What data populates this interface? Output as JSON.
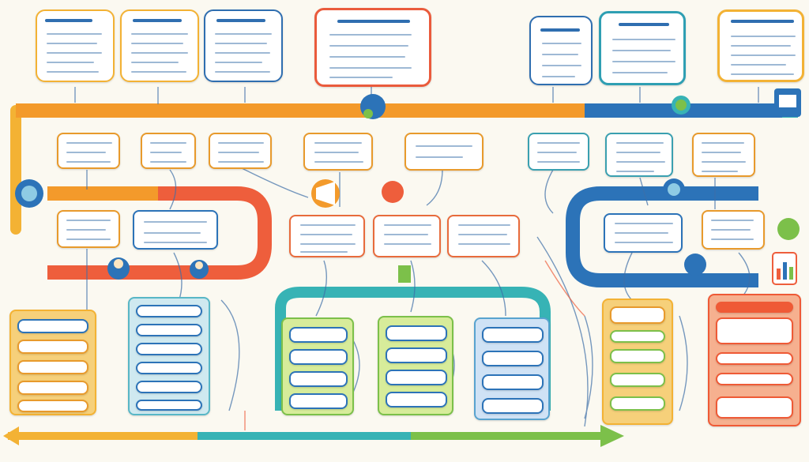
{
  "colors": {
    "orange": "#f39a2b",
    "yellow": "#f6c24b",
    "red": "#ee5e3c",
    "blue": "#2c73b8",
    "teal": "#37b3b5",
    "green": "#7cc04a",
    "cream": "#fbf9f1"
  },
  "icons": [
    "megaphone-icon",
    "globe-icon",
    "person-icon",
    "shop-icon",
    "chart-icon",
    "plant-icon",
    "hand-icon"
  ],
  "top_cards": [
    {
      "color": "#f3b234",
      "lines": 5
    },
    {
      "color": "#f3b234",
      "lines": 5
    },
    {
      "color": "#2f6eb0",
      "lines": 5
    },
    {
      "color": "#ea5b3c",
      "lines": 5
    },
    {
      "color": "#2f6eb0",
      "lines": 4
    },
    {
      "color": "#2f9fb3",
      "lines": 4
    },
    {
      "color": "#f3b234",
      "lines": 5
    }
  ],
  "row2_boxes": [
    {
      "color": "#e8a12f"
    },
    {
      "color": "#e8a12f"
    },
    {
      "color": "#e8a12f"
    },
    {
      "color": "#e8a12f"
    },
    {
      "color": "#e8a12f"
    },
    {
      "color": "#3aa0b0"
    },
    {
      "color": "#3aa0b0"
    },
    {
      "color": "#e8a12f"
    }
  ],
  "row3_boxes": [
    {
      "color": "#e8a12f"
    },
    {
      "color": "#2c73b8"
    },
    {
      "color": "#e86b3c"
    },
    {
      "color": "#e86b3c"
    },
    {
      "color": "#e86b3c"
    },
    {
      "color": "#2c73b8"
    },
    {
      "color": "#e8a12f"
    }
  ],
  "bottom_columns": [
    {
      "color": "#f4c453",
      "rows": 5
    },
    {
      "color": "#58b7c6",
      "rows": 6
    },
    {
      "color": "#7cc04a",
      "rows": 4
    },
    {
      "color": "#7cc04a",
      "rows": 4
    },
    {
      "color": "#58a3cf",
      "rows": 4
    },
    {
      "color": "#7cc04a",
      "rows": 5
    },
    {
      "color": "#ef5a36",
      "rows": 4
    }
  ]
}
